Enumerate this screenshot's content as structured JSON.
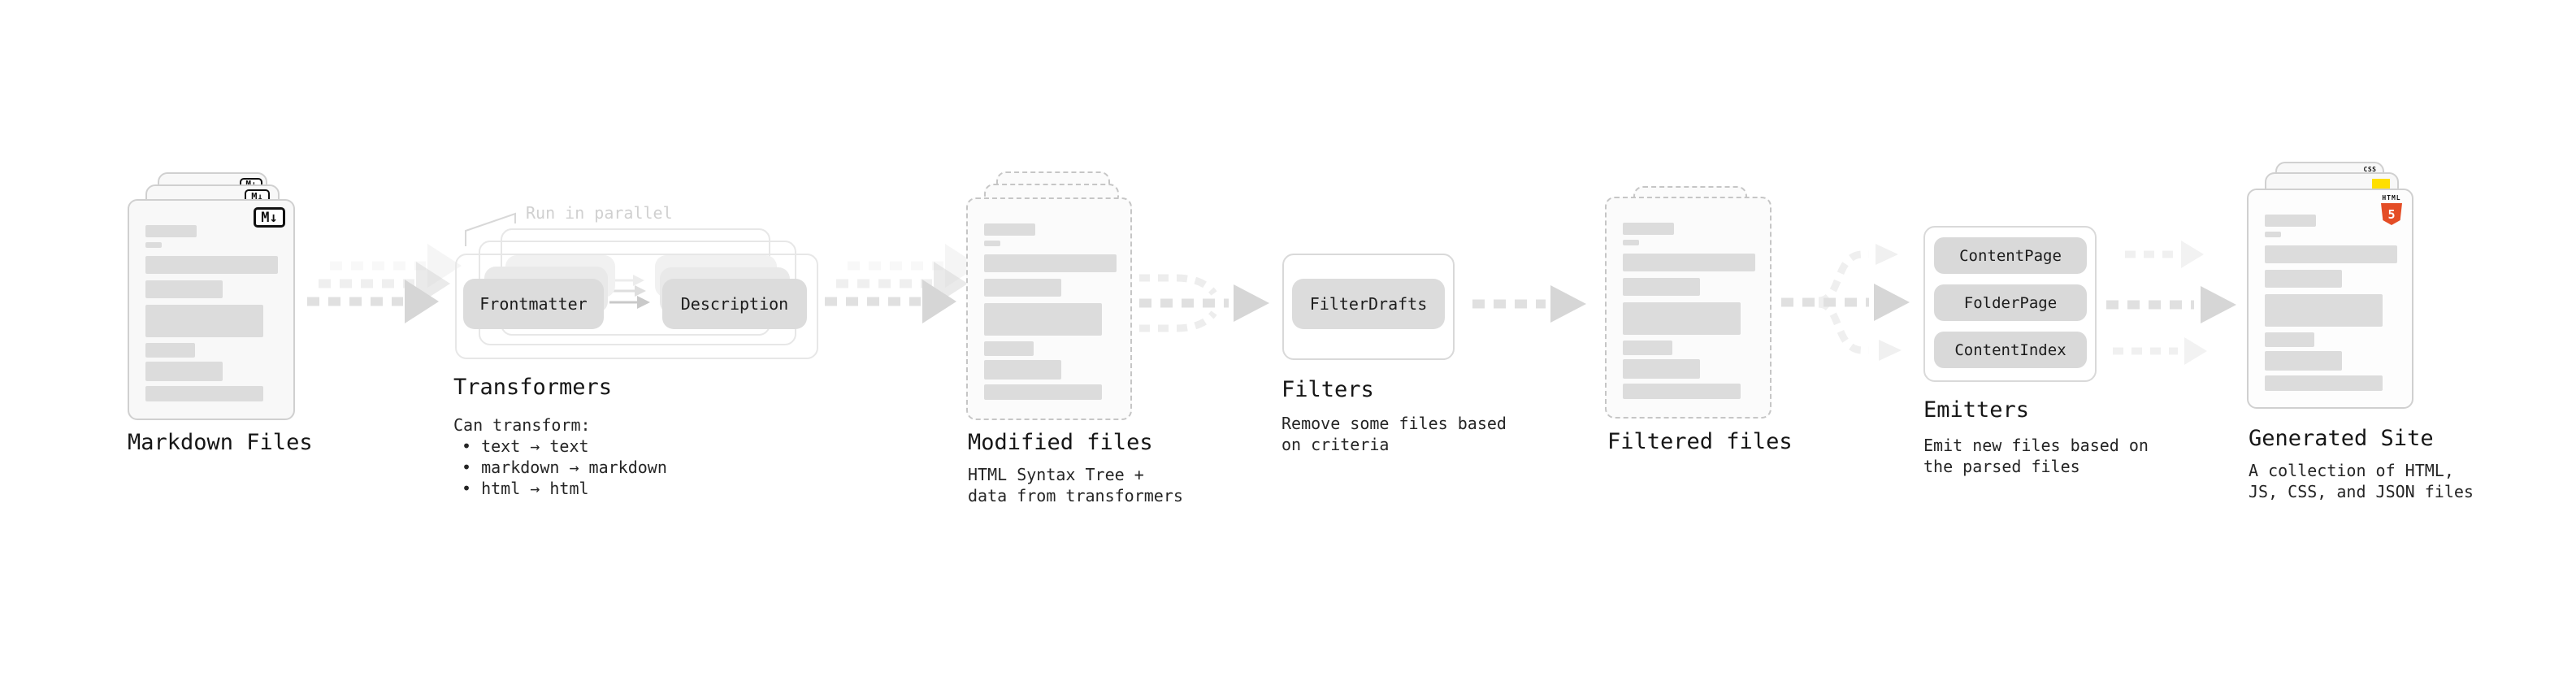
{
  "diagram": {
    "stages": {
      "markdown": {
        "title": "Markdown Files",
        "badge": "M↓"
      },
      "transformers": {
        "callout": "Run in parallel",
        "pill_left": "Frontmatter",
        "pill_right": "Description",
        "title": "Transformers",
        "desc_heading": "Can transform:",
        "bullet_1": "• text → text",
        "bullet_2": "• markdown → markdown",
        "bullet_3": "• html → html"
      },
      "modified": {
        "title": "Modified files",
        "desc_1": "HTML Syntax Tree +",
        "desc_2": "data from transformers"
      },
      "filters": {
        "title": "Filters",
        "pill": "FilterDrafts",
        "desc_1": "Remove some files based",
        "desc_2": "on criteria"
      },
      "filtered": {
        "title": "Filtered files"
      },
      "emitters": {
        "title": "Emitters",
        "pill_1": "ContentPage",
        "pill_2": "FolderPage",
        "pill_3": "ContentIndex",
        "desc_1": "Emit new files based on",
        "desc_2": "the parsed files"
      },
      "generated": {
        "title": "Generated Site",
        "desc_1": "A collection of HTML,",
        "desc_2": "JS, CSS, and JSON files",
        "badge_html_label": "HTML",
        "badge_html_number": "5",
        "badge_css_label": "CSS"
      }
    },
    "colors": {
      "ink": "#161616",
      "muted_label": "#d0d0d0",
      "card_fill": "#f8f8f8",
      "placeholder_bar": "#dcdcdc",
      "pill_fill": "#dcdcdc",
      "arrow": "#d6d6d6",
      "html5_orange": "#e44d26",
      "js_yellow": "#ffdf00",
      "css_blue": "#2765e8"
    }
  }
}
